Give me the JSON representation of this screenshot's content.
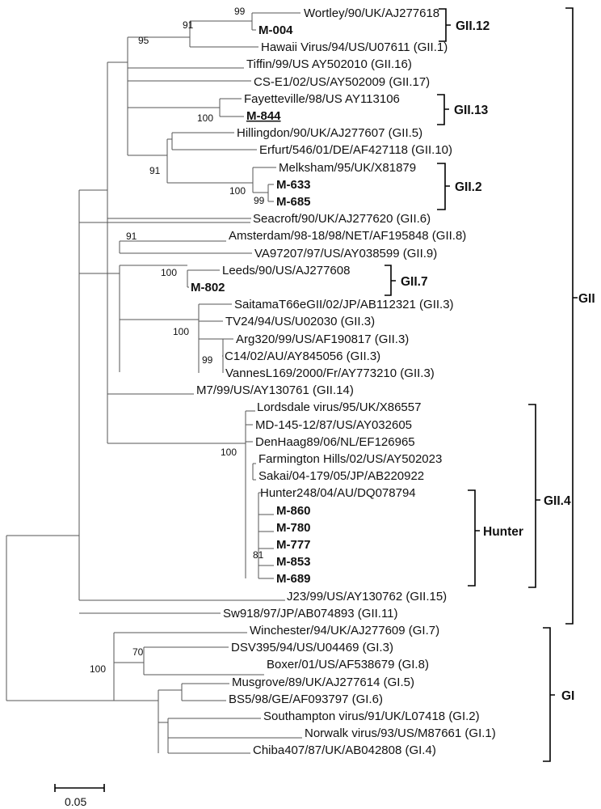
{
  "leaves": [
    {
      "name": "Wortley/90/UK/AJ277618",
      "bold": false
    },
    {
      "name": "M-004",
      "bold": true
    },
    {
      "name": "Hawaii Virus/94/US/U07611 (GII.1)",
      "bold": false
    },
    {
      "name": "Tiffin/99/US AY502010 (GII.16)",
      "bold": false
    },
    {
      "name": "CS-E1/02/US/AY502009 (GII.17)",
      "bold": false
    },
    {
      "name": "Fayetteville/98/US AY113106",
      "bold": false
    },
    {
      "name": "M-844",
      "bold": true,
      "underline": true
    },
    {
      "name": "Hillingdon/90/UK/AJ277607 (GII.5)",
      "bold": false
    },
    {
      "name": "Erfurt/546/01/DE/AF427118 (GII.10)",
      "bold": false
    },
    {
      "name": "Melksham/95/UK/X81879",
      "bold": false
    },
    {
      "name": "M-633",
      "bold": true
    },
    {
      "name": "M-685",
      "bold": true
    },
    {
      "name": "Seacroft/90/UK/AJ277620 (GII.6)",
      "bold": false
    },
    {
      "name": "Amsterdam/98-18/98/NET/AF195848 (GII.8)",
      "bold": false
    },
    {
      "name": "VA97207/97/US/AY038599 (GII.9)",
      "bold": false
    },
    {
      "name": "Leeds/90/US/AJ277608",
      "bold": false
    },
    {
      "name": "M-802",
      "bold": true
    },
    {
      "name": "SaitamaT66eGII/02/JP/AB112321 (GII.3)",
      "bold": false
    },
    {
      "name": "TV24/94/US/U02030 (GII.3)",
      "bold": false
    },
    {
      "name": "Arg320/99/US/AF190817 (GII.3)",
      "bold": false
    },
    {
      "name": "C14/02/AU/AY845056 (GII.3)",
      "bold": false
    },
    {
      "name": "VannesL169/2000/Fr/AY773210 (GII.3)",
      "bold": false
    },
    {
      "name": "M7/99/US/AY130761 (GII.14)",
      "bold": false
    },
    {
      "name": "Lordsdale virus/95/UK/X86557",
      "bold": false
    },
    {
      "name": "MD-145-12/87/US/AY032605",
      "bold": false
    },
    {
      "name": "DenHaag89/06/NL/EF126965",
      "bold": false
    },
    {
      "name": "Farmington Hills/02/US/AY502023",
      "bold": false
    },
    {
      "name": "Sakai/04-179/05/JP/AB220922",
      "bold": false
    },
    {
      "name": "Hunter248/04/AU/DQ078794",
      "bold": false
    },
    {
      "name": "M-860",
      "bold": true
    },
    {
      "name": "M-780",
      "bold": true
    },
    {
      "name": "M-777",
      "bold": true
    },
    {
      "name": "M-853",
      "bold": true
    },
    {
      "name": "M-689",
      "bold": true
    },
    {
      "name": "J23/99/US/AY130762 (GII.15)",
      "bold": false
    },
    {
      "name": "Sw918/97/JP/AB074893 (GII.11)",
      "bold": false
    },
    {
      "name": "Winchester/94/UK/AJ277609 (GI.7)",
      "bold": false
    },
    {
      "name": "DSV395/94/US/U04469 (GI.3)",
      "bold": false
    },
    {
      "name": "Boxer/01/US/AF538679 (GI.8)",
      "bold": false
    },
    {
      "name": "Musgrove/89/UK/AJ277614 (GI.5)",
      "bold": false
    },
    {
      "name": "BS5/98/GE/AF093797 (GI.6)",
      "bold": false
    },
    {
      "name": "Southampton virus/91/UK/L07418 (GI.2)",
      "bold": false
    },
    {
      "name": "Norwalk virus/93/US/M87661 (GI.1)",
      "bold": false
    },
    {
      "name": "Chiba407/87/UK/AB042808 (GI.4)",
      "bold": false
    }
  ],
  "bootstrap_values": [
    "99",
    "91",
    "95",
    "100",
    "91",
    "100",
    "99",
    "91",
    "100",
    "100",
    "99",
    "100",
    "81",
    "70",
    "100"
  ],
  "groups": [
    {
      "label": "GII.12"
    },
    {
      "label": "GII.13"
    },
    {
      "label": "GII.2"
    },
    {
      "label": "GII.7"
    },
    {
      "label": "GII.4"
    },
    {
      "label": "Hunter"
    },
    {
      "label": "GII"
    },
    {
      "label": "GI"
    }
  ],
  "scale_bar": {
    "label": "0.05"
  }
}
